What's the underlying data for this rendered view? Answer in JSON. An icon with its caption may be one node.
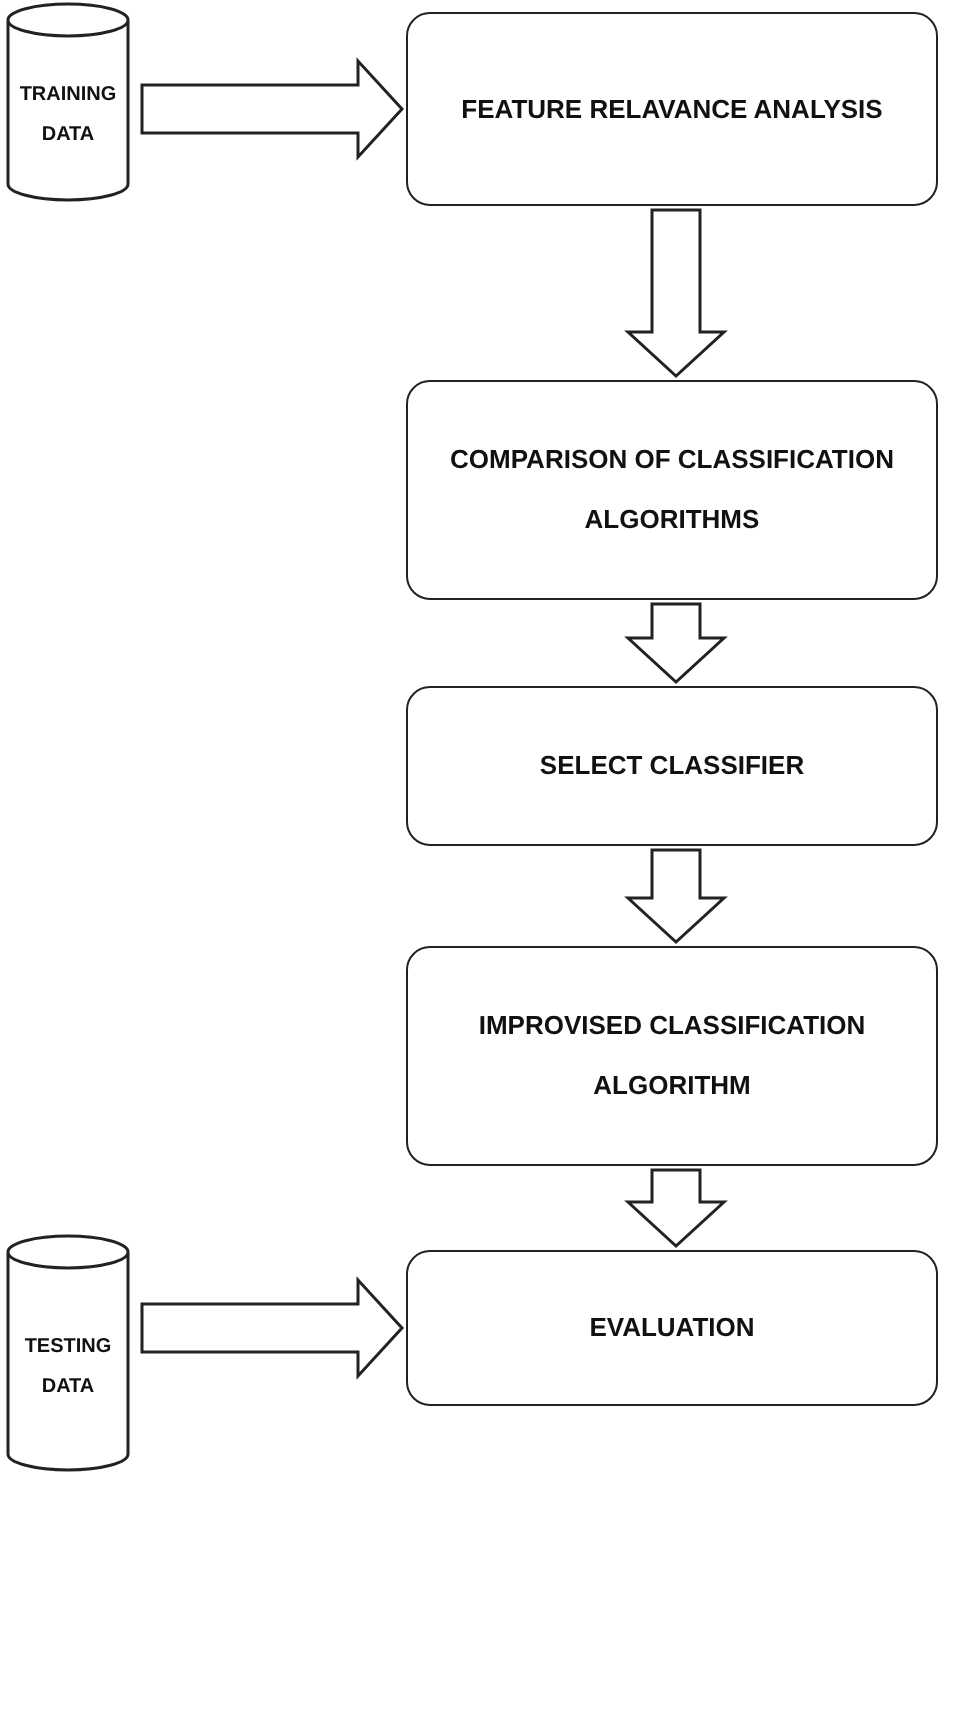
{
  "diagram": {
    "nodes": [
      {
        "text": [
          "TRAINING DATA"
        ]
      },
      {
        "text": [
          "FEATURE RELAVANCE ANALYSIS"
        ]
      },
      {
        "text": [
          "COMPARISON OF CLASSIFICATION ALGORITHMS"
        ]
      },
      {
        "text": [
          "SELECT CLASSIFIER"
        ]
      },
      {
        "text": [
          "IMPROVISED CLASSIFICATION ALGORITHM"
        ]
      },
      {
        "text": [
          "TESTING DATA"
        ]
      },
      {
        "text": [
          "EVALUATION"
        ]
      }
    ],
    "edges": [
      {
        "from": 0,
        "to": 1,
        "arrow": "to"
      },
      {
        "from": 1,
        "to": 2,
        "arrow": "to"
      },
      {
        "from": 2,
        "to": 3,
        "arrow": "to"
      },
      {
        "from": 3,
        "to": 4,
        "arrow": "to"
      },
      {
        "from": 4,
        "to": 6,
        "arrow": "to"
      },
      {
        "from": 5,
        "to": 6,
        "arrow": "to"
      }
    ]
  }
}
